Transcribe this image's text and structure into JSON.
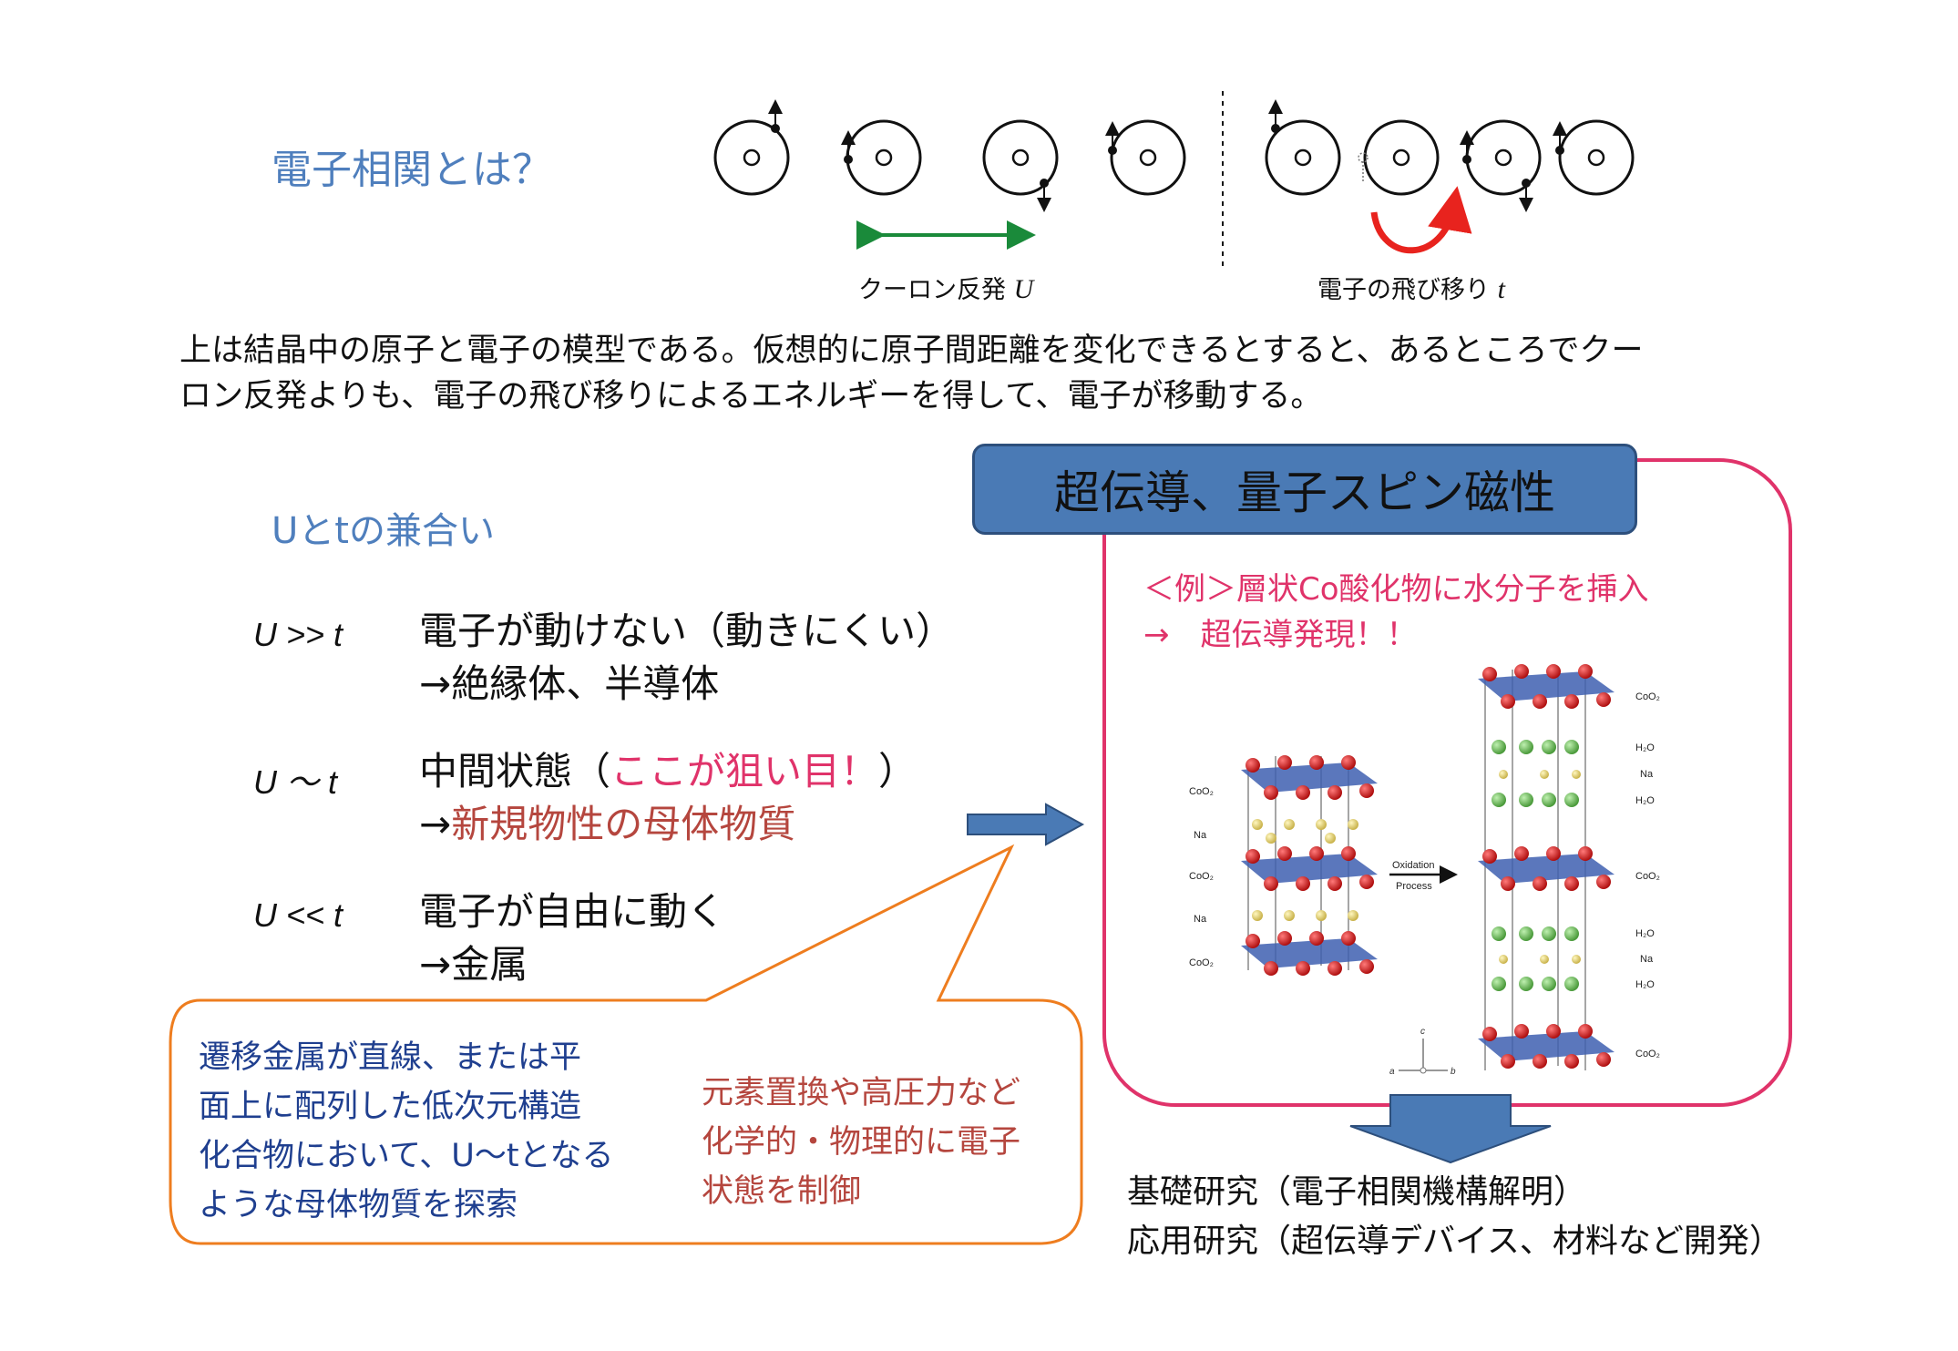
{
  "header": {
    "title": "電子相関とは？",
    "label_coulomb": "クーロン反発",
    "label_coulomb_sym": "U",
    "label_hop": "電子の飛び移り",
    "label_hop_sym": "t"
  },
  "intro": {
    "line1": "上は結晶中の原子と電子の模型である。仮想的に原子間距離を変化できるとすると、あるところでクー",
    "line2": "ロン反発よりも、電子の飛び移りによるエネルギーを得して、電子が移動する。"
  },
  "balance": {
    "title": "Uとtの兼合い",
    "rows": [
      {
        "key": "U >> t",
        "line1": "電子が動けない（動きにくい）",
        "line2": "→絶縁体、半導体"
      },
      {
        "key": "U 〜 t",
        "line1a": "中間状態（",
        "line1b": "ここが狙い目！",
        "line1c": "）",
        "line2a": "→",
        "line2b": "新規物性の母体物質"
      },
      {
        "key": "U << t",
        "line1": "電子が自由に動く",
        "line2": "→金属"
      }
    ]
  },
  "callout": {
    "left_lines": [
      "遷移金属が直線、または平",
      "面上に配列した低次元構造",
      "化合物において、U〜tとなる",
      "ような母体物質を探索"
    ],
    "right_lines": [
      "元素置換や高圧力など",
      "化学的・物理的に電子",
      "状態を制御"
    ]
  },
  "panel": {
    "banner": "超伝導、量子スピン磁性",
    "example_line1": "＜例＞層状Co酸化物に水分子を挿入",
    "example_line2": "→　超伝導発現！！",
    "left_labels": [
      "CoO₂",
      "Na",
      "CoO₂",
      "Na",
      "CoO₂"
    ],
    "arrow_label1": "Oxidation",
    "arrow_label2": "Process",
    "right_labels": [
      "CoO₂",
      "H₂O",
      "Na",
      "H₂O",
      "CoO₂",
      "H₂O",
      "Na",
      "H₂O",
      "CoO₂"
    ],
    "axis_c": "c",
    "axis_a": "a",
    "axis_b": "b"
  },
  "outcome": {
    "line1": "基礎研究（電子相関機構解明）",
    "line2": "応用研究（超伝導デバイス、材料など開発）"
  },
  "colors": {
    "title_blue": "#4f7fbd",
    "pink": "#e0336a",
    "brown": "#b5463e",
    "navy": "#1f3f8f",
    "orange": "#ee7d1f",
    "green": "#1a8a3a",
    "red_arrow": "#e8231e",
    "banner_fill": "#4a7ab5"
  }
}
